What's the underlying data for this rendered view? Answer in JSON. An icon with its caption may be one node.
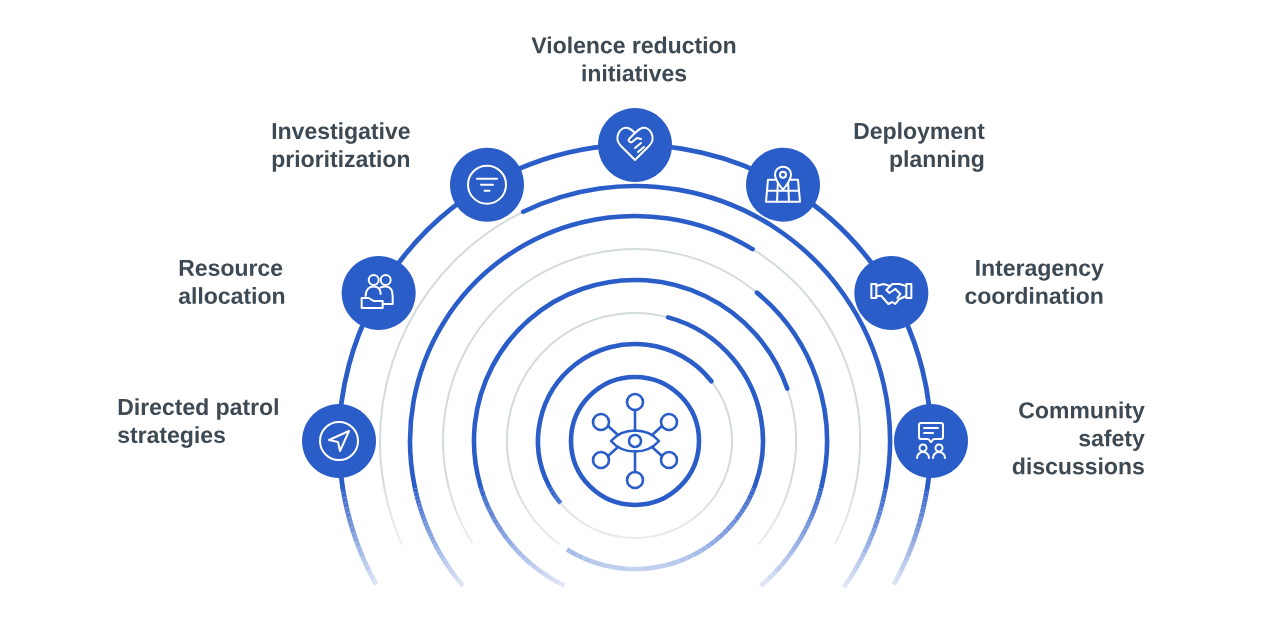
{
  "diagram": {
    "nodes": [
      {
        "text": [
          "Violence reduction initiatives"
        ]
      },
      {
        "text": [
          "Investigative prioritization"
        ]
      },
      {
        "text": [
          "Deployment planning"
        ]
      },
      {
        "text": [
          "Resource allocation"
        ]
      },
      {
        "text": [
          "Interagency coordination"
        ]
      },
      {
        "text": [
          "Directed patrol strategies"
        ]
      },
      {
        "text": [
          "Community safety discussions"
        ]
      },
      {
        "text": [],
        "shape": "circle"
      }
    ]
  }
}
